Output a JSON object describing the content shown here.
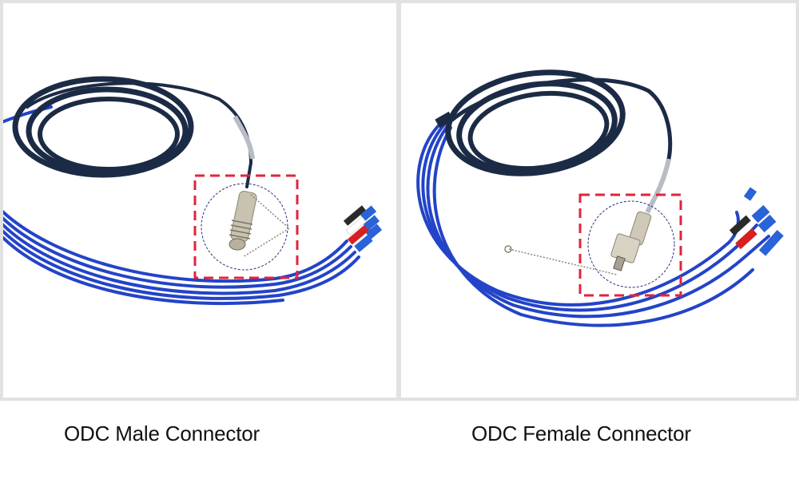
{
  "panels": [
    {
      "id": "male",
      "caption": "ODC Male Connector",
      "highlight_box_color": "#e0243c",
      "highlight_circle_color": "#2a2f7a",
      "fanout_colors": [
        "#1f3fc4",
        "#2a2a2a",
        "#d82020",
        "#ffffff"
      ],
      "cable_color": "#1c2b45"
    },
    {
      "id": "female",
      "caption": "ODC Female Connector",
      "highlight_box_color": "#e0243c",
      "highlight_circle_color": "#2a2f7a",
      "fanout_colors": [
        "#1f3fc4",
        "#2a2a2a",
        "#d82020",
        "#ffffff"
      ],
      "cable_color": "#1c2b45"
    }
  ]
}
